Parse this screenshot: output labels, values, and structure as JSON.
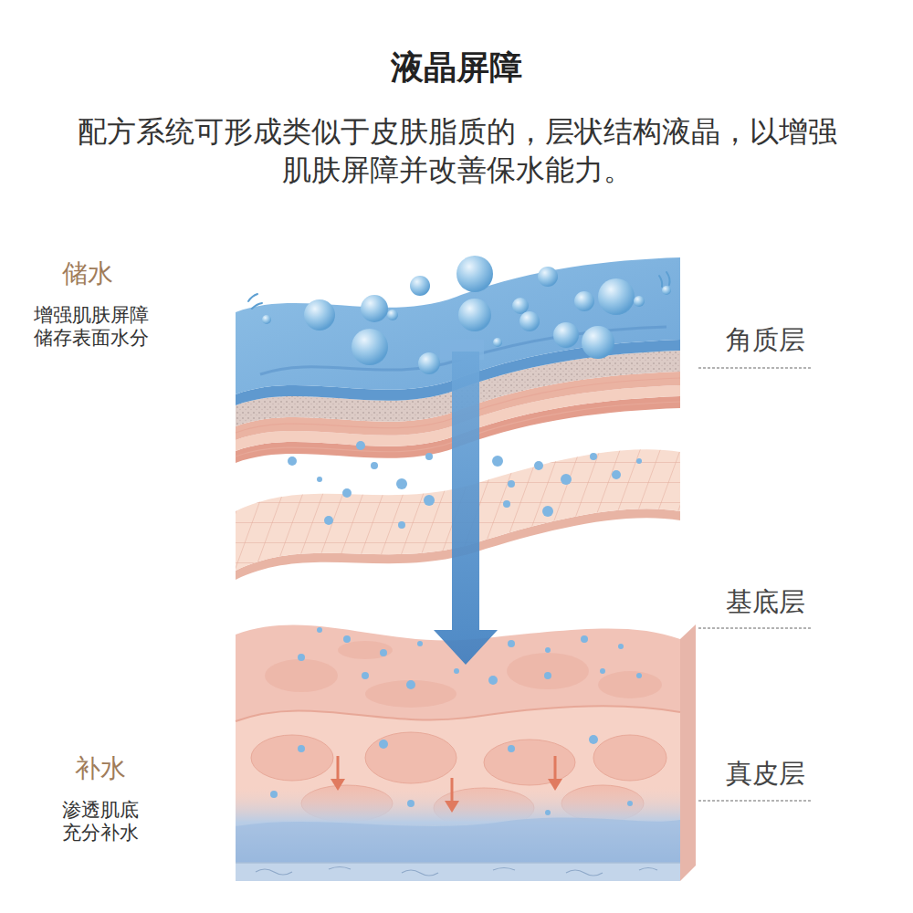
{
  "diagram": {
    "title": "液晶屏障",
    "labels": [
      "配方系统可形成类似于皮肤脂质的，层状结构液晶，以增强肌肤屏障并改善保水能力。",
      "储水",
      "增强肌肤屏障 储存表面水分",
      "角质层",
      "基底层",
      "补水",
      "渗透肌底 充分补水",
      "真皮层"
    ]
  }
}
